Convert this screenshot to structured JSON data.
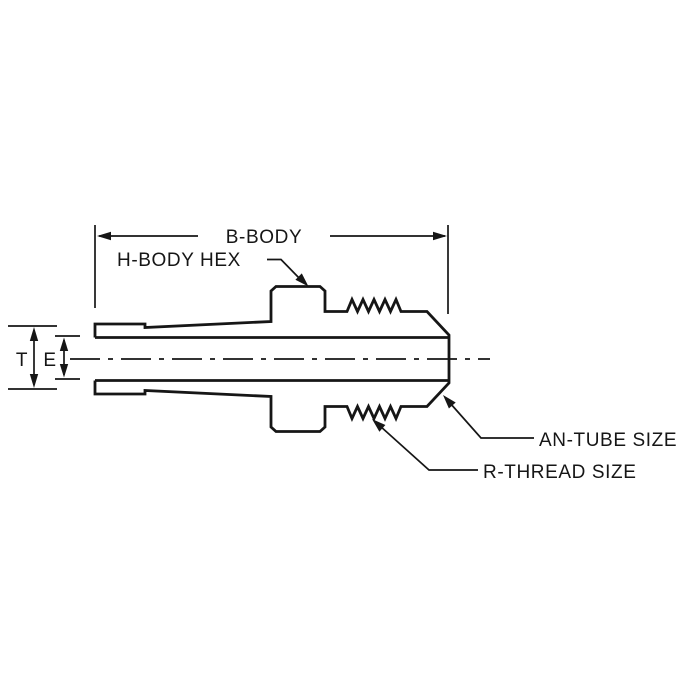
{
  "figure": {
    "background_color": "#ffffff",
    "line_color": "#161616",
    "dimensions": {
      "b_body": "B-BODY",
      "h_body_hex": "H-BODY HEX",
      "t": "T",
      "e": "E"
    },
    "callouts": {
      "an_tube_size": "AN-TUBE SIZE",
      "r_thread_size": "R-THREAD SIZE"
    }
  }
}
